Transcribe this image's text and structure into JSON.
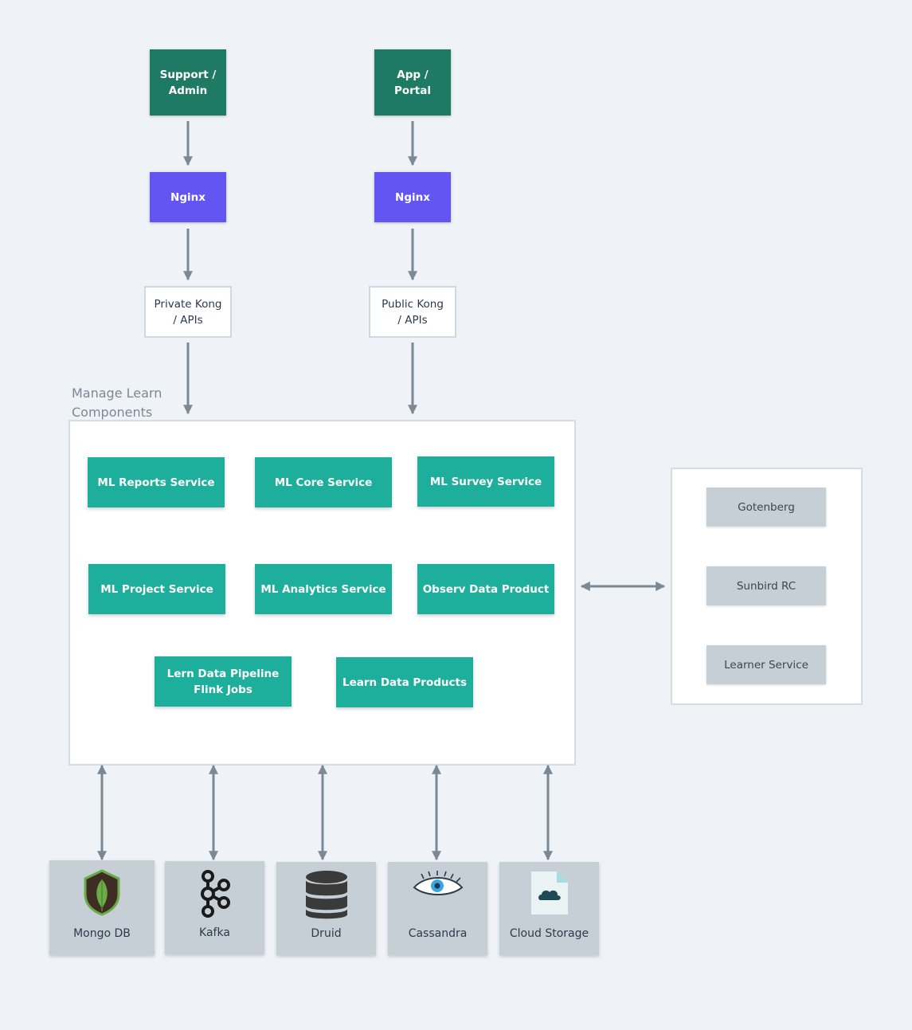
{
  "clients": {
    "support": "Support /\nAdmin",
    "app": "App /\nPortal"
  },
  "gateways": {
    "nginx_private": "Nginx",
    "nginx_public": "Nginx",
    "kong_private": "Private Kong\n/ APIs",
    "kong_public": "Public Kong\n/ APIs"
  },
  "components_group": {
    "label": "Manage Learn\nComponents",
    "services": [
      "ML Reports Service",
      "ML Core Service",
      "ML Survey Service",
      "ML Project Service",
      "ML Analytics Service",
      "Observ Data Product",
      "Lern Data Pipeline\nFlink Jobs",
      "Learn Data Products"
    ]
  },
  "external_services": [
    "Gotenberg",
    "Sunbird RC",
    "Learner Service"
  ],
  "data_stores": [
    {
      "label": "Mongo DB",
      "icon": "mongodb-leaf-icon"
    },
    {
      "label": "Kafka",
      "icon": "kafka-icon"
    },
    {
      "label": "Druid",
      "icon": "database-icon"
    },
    {
      "label": "Cassandra",
      "icon": "cassandra-eye-icon"
    },
    {
      "label": "Cloud Storage",
      "icon": "cloud-file-icon"
    }
  ],
  "colors": {
    "client": "#1e7a64",
    "nginx": "#6255f2",
    "service": "#1eaf9c",
    "external": "#c6ced6",
    "arrow": "#7b8896"
  }
}
